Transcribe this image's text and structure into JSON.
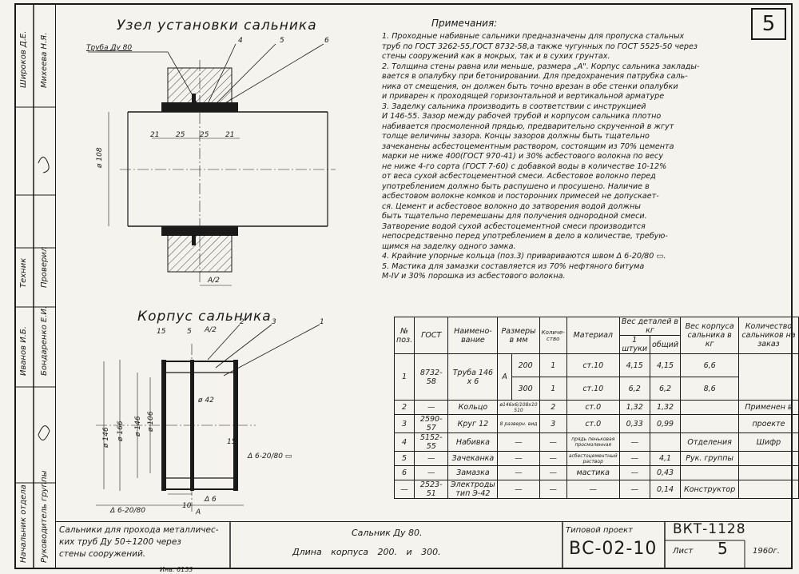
{
  "page_number": "5",
  "drawing_title_top": "Узел установки сальника",
  "drawing_title_body": "Корпус сальника",
  "notes_title": "Примечания:",
  "notes": [
    "1. Проходные набивные сальники предназначены для пропуска стальных",
    "труб по ГОСТ 3262-55,ГОСТ 8732-58,а также чугунных по ГОСТ 5525-50 через",
    "стены сооружений как в мокрых, так и в сухих грунтах.",
    "2. Толщина стены равна или меньше, размера „А\". Корпус сальника заклады-",
    "вается в опалубку при бетонировании. Для предохранения патрубка саль-",
    "ника от смещения, он должен быть точно врезан в обе стенки опалубки",
    "и приварен к проходящей горизонтальной и вертикальной арматуре",
    "3. Заделку сальника производить в соответствии с инструкцией",
    "И 146-55. Зазор между рабочей трубой и корпусом сальника плотно",
    "набивается просмоленной прядью, предварительно скрученной в жгут",
    "толще величины зазора. Концы зазоров должны быть тщательно",
    "зачеканены асбестоцементным раствором, состоящим из 70% цемента",
    "марки не ниже 400(ГОСТ 970-41) и 30% асбестового волокна по весу",
    "не ниже 4-го сорта (ГОСТ 7-60) с добавкой воды в количестве 10-12%",
    "от веса сухой асбестоцементной смеси. Асбестовое волокно перед",
    "употреблением должно быть распушено и просушено. Наличие в",
    "асбестовом волокне комков и посторонних примесей не допускает-",
    "ся. Цемент и асбестовое волокно до затворения водой должны",
    "быть тщательно перемешаны для получения однородной смеси.",
    "Затворение водой сухой асбестоцементной смеси производится",
    "непосредственно перед употреблением в дело в количестве, требую-",
    "щимся на заделку одного замка.",
    "4. Крайние упорные кольца (поз.3) привариваются швом Δ 6-20/80 ▭.",
    "5. Мастика для замазки составляется из 70% нефтяного битума",
    "М-IV и 30% порошка из асбестового волокна."
  ],
  "upper_labels": {
    "pipe": "Труба Ду 80",
    "callouts": [
      "4",
      "5",
      "6"
    ],
    "dim_A2": "A/2",
    "dims": [
      "21",
      "25",
      "25",
      "21"
    ],
    "diam": "ø 108"
  },
  "lower_labels": {
    "callouts": [
      "2",
      "3",
      "1"
    ],
    "dims_top": [
      "15",
      "5",
      "A/2"
    ],
    "diams": [
      "ø 146",
      "ø 166",
      "ø 146",
      "ø 106",
      "ø 42"
    ],
    "weld1": "Δ 6-20/80 ▭",
    "weld2": "Δ 6-20/80",
    "weld3": "Δ 6",
    "dim_15": "15",
    "dim_10": "10",
    "dim_A": "A"
  },
  "table": {
    "headers": [
      "№ поз.",
      "ГОСТ",
      "Наимено-вание",
      "Размеры в мм",
      "Количе-ство",
      "Материал",
      "Вес деталей в кг",
      "Вес корпуса сальника в кг",
      "Количество сальников на заказ"
    ],
    "weight_sub": [
      "1 штуки",
      "общий"
    ],
    "rows": [
      {
        "pos": "1",
        "gost": "8732-58",
        "name": "Труба 146 x 6",
        "sym": "А",
        "size": "200",
        "qty": "1",
        "mat": "ст.10",
        "w1": "4,15",
        "w2": "4,15",
        "wb": "6,6"
      },
      {
        "pos": "",
        "gost": "",
        "name": "",
        "sym": "",
        "size": "300",
        "qty": "1",
        "mat": "ст.10",
        "w1": "6,2",
        "w2": "6,2",
        "wb": "8,6"
      },
      {
        "pos": "2",
        "gost": "—",
        "name": "Кольцо",
        "sym": "",
        "size": "ø146x6/108x10 510",
        "qty": "2",
        "mat": "ст.0",
        "w1": "1,32",
        "w2": "1,32",
        "wb": ""
      },
      {
        "pos": "3",
        "gost": "2590-57",
        "name": "Круг 12",
        "sym": "",
        "size": "8 разверн. вид",
        "qty": "3",
        "mat": "ст.0",
        "w1": "0,33",
        "w2": "0,99",
        "wb": ""
      },
      {
        "pos": "4",
        "gost": "5152-55",
        "name": "Набивка",
        "sym": "",
        "size": "—",
        "qty": "—",
        "mat": "прядь пеньковая просмоленная",
        "w1": "—",
        "w2": "",
        "wb": ""
      },
      {
        "pos": "5",
        "gost": "—",
        "name": "Зачеканка",
        "sym": "",
        "size": "—",
        "qty": "—",
        "mat": "асбестоцементный раствор",
        "w1": "—",
        "w2": "4,1",
        "wb": ""
      },
      {
        "pos": "6",
        "gost": "—",
        "name": "Замазка",
        "sym": "",
        "size": "—",
        "qty": "—",
        "mat": "мастика",
        "w1": "—",
        "w2": "0,43",
        "wb": ""
      },
      {
        "pos": "—",
        "gost": "2523-51",
        "name": "Электроды тип Э-42",
        "sym": "",
        "size": "—",
        "qty": "—",
        "mat": "—",
        "w1": "—",
        "w2": "0,14",
        "wb": ""
      }
    ],
    "right_block": [
      "Применен в",
      "проекте",
      "Отделения",
      "Шифр",
      "Рук. группы",
      "Конструктор"
    ]
  },
  "title_block": {
    "description": [
      "Сальники для прохода металличес-",
      "ких труб Ду 50÷1200 через",
      "стены сооружений."
    ],
    "name_line1": "Сальник Ду 80.",
    "name_line2": "Длина корпуса 200. и 300.",
    "project_label": "Типовой проект",
    "project_code": "ВС-02-10",
    "series_code": "ВКТ-1128",
    "sheet_label": "Лист",
    "sheet_no": "5",
    "year": "1960г."
  },
  "sidebar": {
    "rows": [
      {
        "role": "",
        "name": "Широков Д.Е."
      },
      {
        "role": "",
        "name": "Михеева Н.Я."
      },
      {
        "role": "Техник",
        "name": "Проверил"
      },
      {
        "role": "",
        "name": "Иванов И.Б."
      },
      {
        "role": "",
        "name": "Бондаренко Е.И."
      },
      {
        "role": "Начальник отдела",
        "name": "Руководитель группы"
      }
    ]
  },
  "bottom_stamp": "Инв. 6153"
}
